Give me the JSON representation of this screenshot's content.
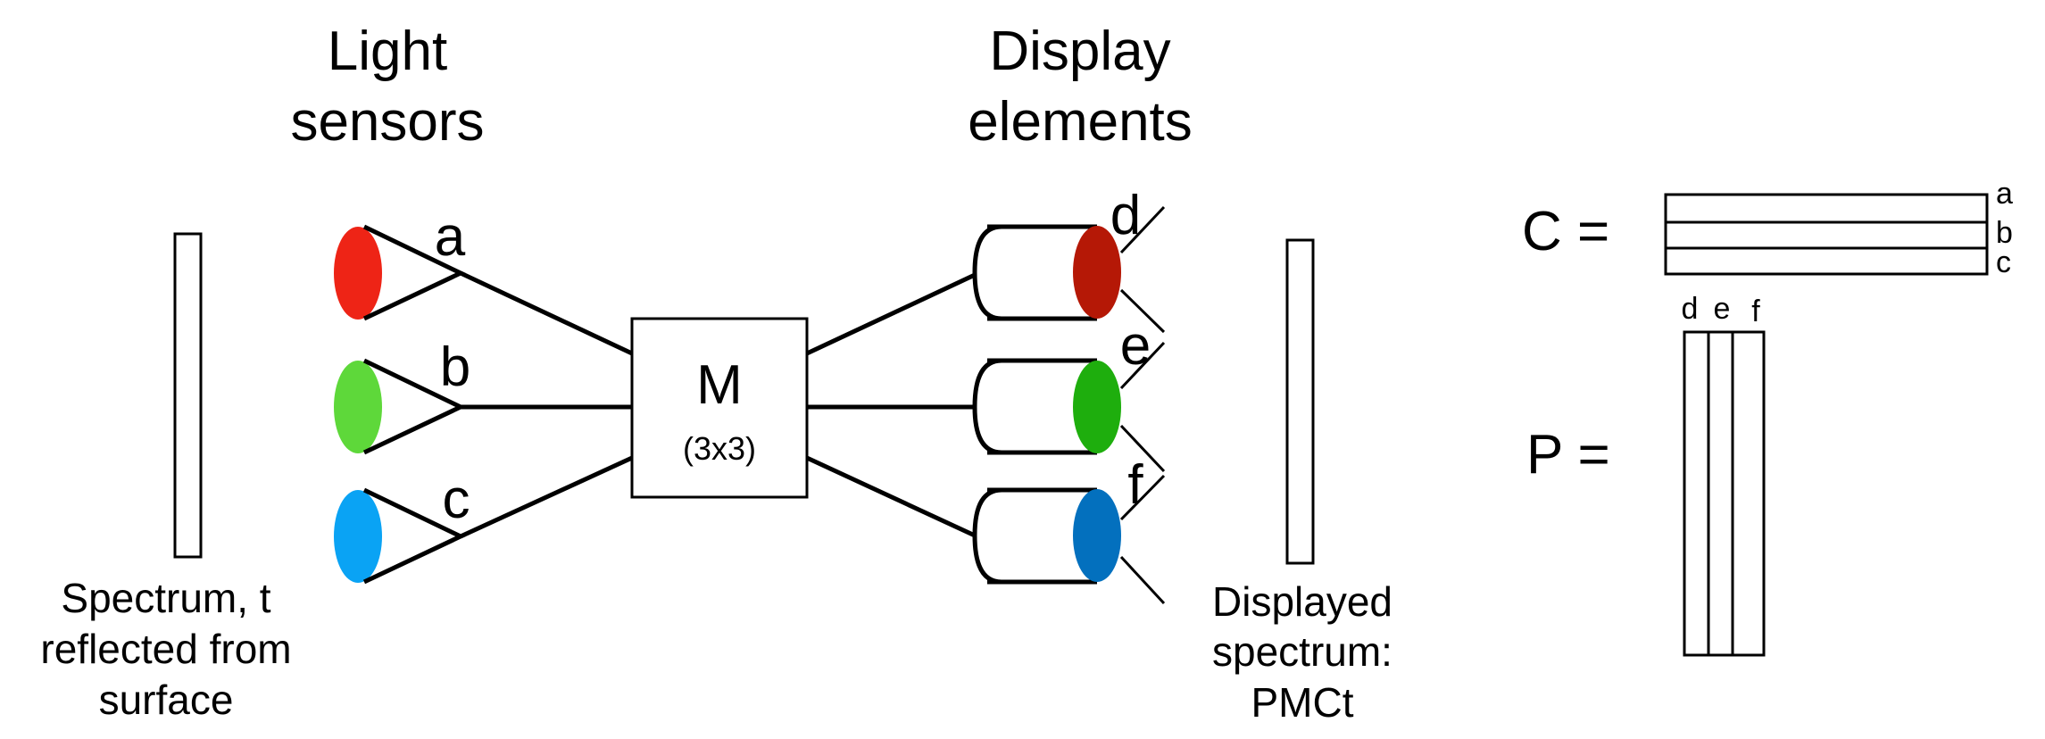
{
  "headings": {
    "light_sensors": [
      "Light",
      "sensors"
    ],
    "display_elements": [
      "Display",
      "elements"
    ]
  },
  "spectrum_in_caption": [
    "Spectrum, t",
    "reflected from",
    "surface"
  ],
  "spectrum_out_caption": [
    "Displayed",
    "spectrum:",
    "PMCt"
  ],
  "sensors": [
    {
      "label": "a",
      "color": "#ee2416"
    },
    {
      "label": "b",
      "color": "#5ed83a"
    },
    {
      "label": "c",
      "color": "#0aa3f4"
    }
  ],
  "matrix_box": {
    "name": "M",
    "size": "(3x3)"
  },
  "display_elements": [
    {
      "label": "d",
      "color": "#b51806"
    },
    {
      "label": "e",
      "color": "#1eae0d"
    },
    {
      "label": "f",
      "color": "#0370be"
    }
  ],
  "equations": {
    "c_label": "C =",
    "c_rows": [
      "a",
      "b",
      "c"
    ],
    "p_label": "P =",
    "p_cols": [
      "d",
      "e",
      "f"
    ]
  }
}
